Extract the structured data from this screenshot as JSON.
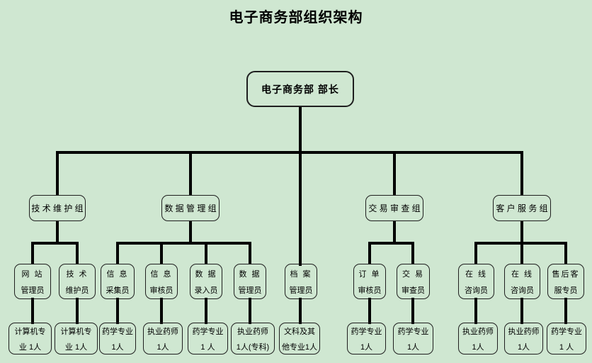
{
  "title": "电子商务部组织架构",
  "root": {
    "label": "电子商务部 部长"
  },
  "groups": [
    {
      "label": "技 术 维 护 组"
    },
    {
      "label": "数 据 管 理 组"
    },
    {
      "label": "交 易 审 查 组"
    },
    {
      "label": "客 户 服 务 组"
    }
  ],
  "roles": [
    {
      "line1": "网 站",
      "line2": "管理员"
    },
    {
      "line1": "技 术",
      "line2": "维护员"
    },
    {
      "line1": "信 息",
      "line2": "采集员"
    },
    {
      "line1": "信 息",
      "line2": "审核员"
    },
    {
      "line1": "数 据",
      "line2": "录入员"
    },
    {
      "line1": "数 据",
      "line2": "管理员"
    },
    {
      "line1": "档 案",
      "line2": "管理员"
    },
    {
      "line1": "订 单",
      "line2": "审核员"
    },
    {
      "line1": "交 易",
      "line2": "审查员"
    },
    {
      "line1": "在 线",
      "line2": "咨询员"
    },
    {
      "line1": "在 线",
      "line2": "咨询员"
    },
    {
      "line1": "售后客",
      "line2": "服专员"
    }
  ],
  "staff": [
    {
      "line1": "计算机专",
      "line2": "业 1人"
    },
    {
      "line1": "计算机专",
      "line2": "业 1人"
    },
    {
      "line1": "药学专业",
      "line2": "1人"
    },
    {
      "line1": "执业药师",
      "line2": "1人"
    },
    {
      "line1": "药学专业",
      "line2": "1 人"
    },
    {
      "line1": "执业药师",
      "line2": "1人(专科)"
    },
    {
      "line1": "文科及其",
      "line2": "他专业1人"
    },
    {
      "line1": "药学专业",
      "line2": "1人"
    },
    {
      "line1": "药学专业",
      "line2": "1人"
    },
    {
      "line1": "执业药师",
      "line2": "1人"
    },
    {
      "line1": "执业药师",
      "line2": "1人"
    },
    {
      "line1": "药学专业",
      "line2": "1 人"
    }
  ],
  "colors": {
    "background": "#cfe7d1",
    "connector": "#000000",
    "box_border": "#1f1f1f",
    "text": "#000000"
  }
}
